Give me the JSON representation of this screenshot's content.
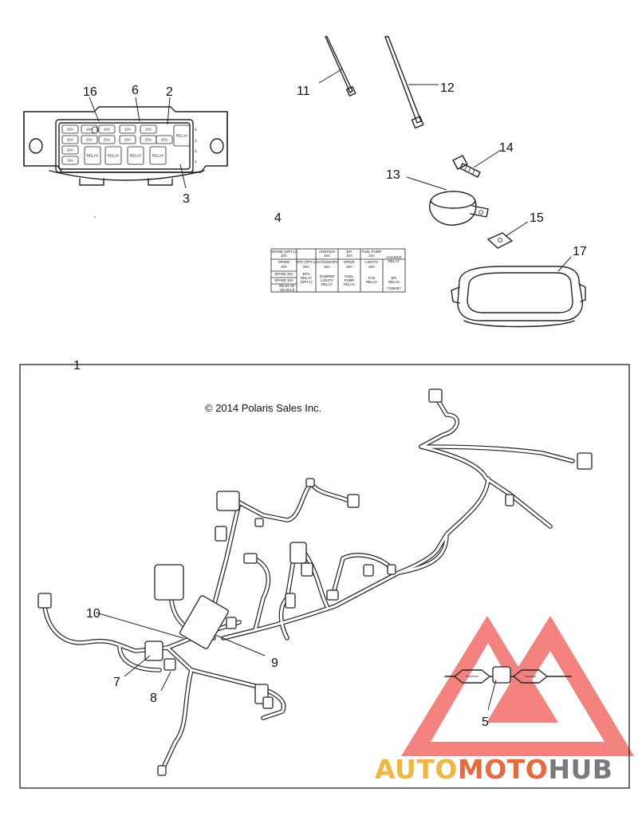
{
  "copyright": "© 2014 Polaris Sales Inc.",
  "callouts": [
    "1",
    "2",
    "3",
    "4",
    "5",
    "6",
    "7",
    "8",
    "9",
    "10",
    "11",
    "12",
    "13",
    "14",
    "15",
    "16",
    "17"
  ],
  "fuse_box": {
    "fuses": [
      "20A",
      "20A",
      "10A",
      "10A",
      "10A",
      "20A",
      "20A",
      "20A",
      "20A",
      "20A",
      "10A",
      "RELAY",
      "RELAY",
      "RELAY",
      "RELAY",
      "RELAY"
    ],
    "side_marks": [
      "4",
      "3",
      "2",
      "1"
    ]
  },
  "fuse_label": {
    "cells": [
      "SPARE (OPT.1)",
      "20A",
      "IGNITION",
      "10A",
      "EFI",
      "10A",
      "FUEL PUMP",
      "10A",
      "SPARE",
      "20A",
      "EPS (OPT.1)",
      "20A",
      "ACCESSORY",
      "20A",
      "DRIVE",
      "20A",
      "LIGHTS",
      "20A",
      "CHASSIS",
      "RELAY",
      "SPARE 20A",
      "SPARE 10A",
      "EPS",
      "RELAY",
      "(OPT.1)",
      "DAMPER",
      "LIGHTS",
      "RELAY",
      "FUEL",
      "PUMP",
      "RELAY",
      "FAN",
      "RELAY",
      "EFI",
      "RELAY",
      "REAR OF",
      "VEHICLE",
      "7159457"
    ]
  },
  "watermark": {
    "part1": "AUTO",
    "part2": "MOTO",
    "part3": "HUB",
    "color_light": "#f2b640",
    "color_mid": "#e9683c",
    "color_dark": "#7a7a7a"
  },
  "colors": {
    "line": "#222222",
    "background": "#ffffff",
    "watermark_red": "#e8453c"
  }
}
